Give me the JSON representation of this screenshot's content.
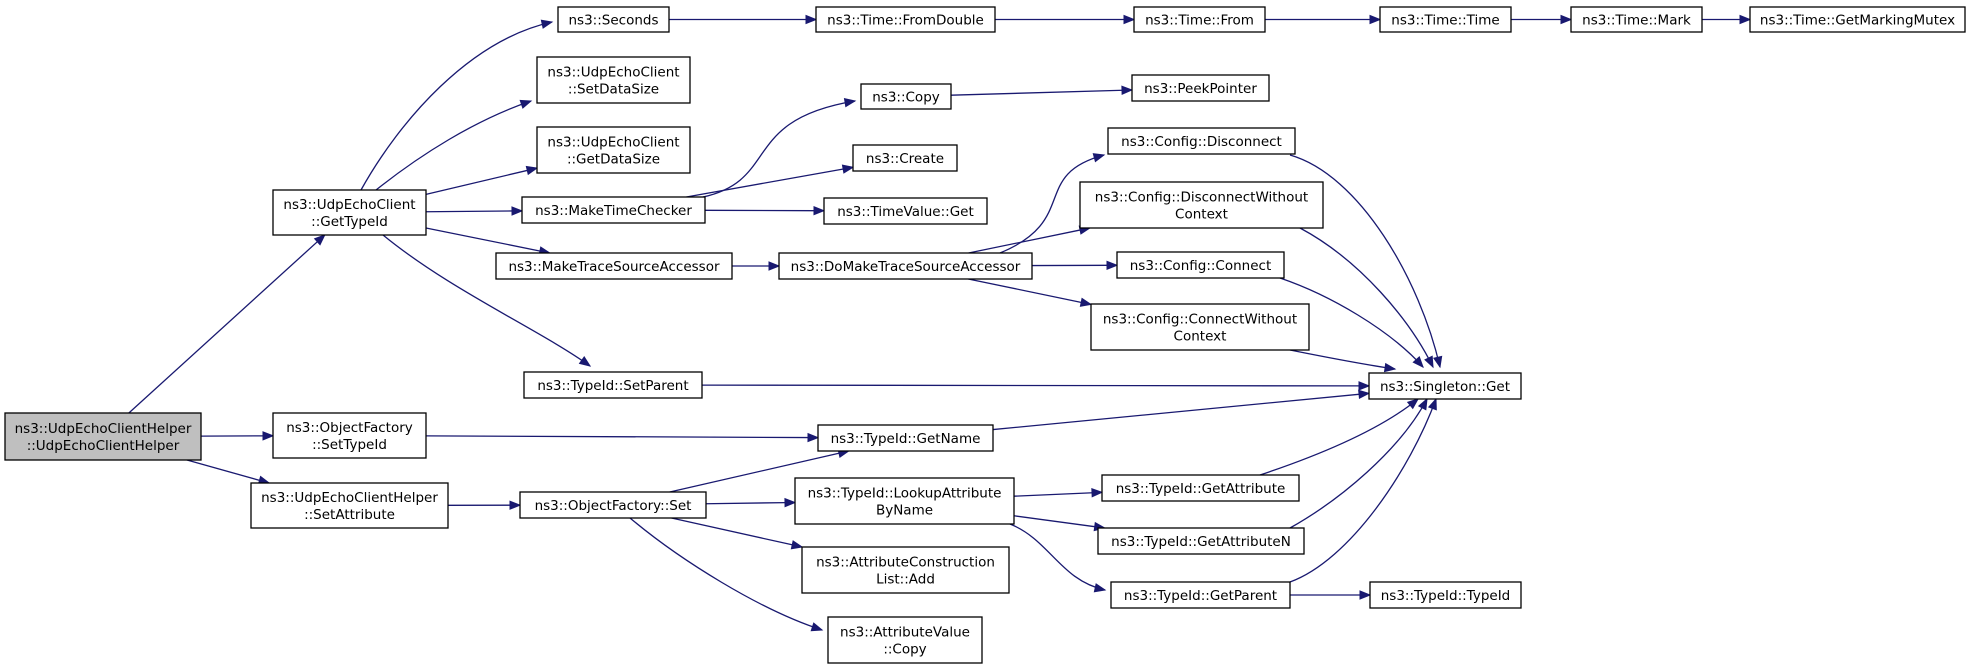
{
  "diagram": {
    "type": "call-graph",
    "colors": {
      "edge": "#191970",
      "root_fill": "#bfbfbf",
      "node_fill": "#ffffff",
      "border": "#000000"
    },
    "nodes": [
      {
        "id": "root",
        "lines": [
          "ns3::UdpEchoClientHelper",
          "::UdpEchoClientHelper"
        ],
        "root": true
      },
      {
        "id": "gettypeid",
        "lines": [
          "ns3::UdpEchoClient",
          "::GetTypeId"
        ]
      },
      {
        "id": "of_settypeid",
        "lines": [
          "ns3::ObjectFactory",
          "::SetTypeId"
        ]
      },
      {
        "id": "helper_setattr",
        "lines": [
          "ns3::UdpEchoClientHelper",
          "::SetAttribute"
        ]
      },
      {
        "id": "seconds",
        "lines": [
          "ns3::Seconds"
        ]
      },
      {
        "id": "setdatasize",
        "lines": [
          "ns3::UdpEchoClient",
          "::SetDataSize"
        ]
      },
      {
        "id": "getdatasize",
        "lines": [
          "ns3::UdpEchoClient",
          "::GetDataSize"
        ]
      },
      {
        "id": "maketimechecker",
        "lines": [
          "ns3::MakeTimeChecker"
        ]
      },
      {
        "id": "maketsa",
        "lines": [
          "ns3::MakeTraceSourceAccessor"
        ]
      },
      {
        "id": "setparent",
        "lines": [
          "ns3::TypeId::SetParent"
        ]
      },
      {
        "id": "of_set",
        "lines": [
          "ns3::ObjectFactory::Set"
        ]
      },
      {
        "id": "fromdouble",
        "lines": [
          "ns3::Time::FromDouble"
        ]
      },
      {
        "id": "copy",
        "lines": [
          "ns3::Copy"
        ]
      },
      {
        "id": "create",
        "lines": [
          "ns3::Create"
        ]
      },
      {
        "id": "timevalueget",
        "lines": [
          "ns3::TimeValue::Get"
        ]
      },
      {
        "id": "domaketsa",
        "lines": [
          "ns3::DoMakeTraceSourceAccessor"
        ]
      },
      {
        "id": "getname",
        "lines": [
          "ns3::TypeId::GetName"
        ]
      },
      {
        "id": "lookupattr",
        "lines": [
          "ns3::TypeId::LookupAttribute",
          "ByName"
        ]
      },
      {
        "id": "acl_add",
        "lines": [
          "ns3::AttributeConstruction",
          "List::Add"
        ]
      },
      {
        "id": "av_copy",
        "lines": [
          "ns3::AttributeValue",
          "::Copy"
        ]
      },
      {
        "id": "timefrom",
        "lines": [
          "ns3::Time::From"
        ]
      },
      {
        "id": "peekpointer",
        "lines": [
          "ns3::PeekPointer"
        ]
      },
      {
        "id": "disconnect",
        "lines": [
          "ns3::Config::Disconnect"
        ]
      },
      {
        "id": "disconnectwc",
        "lines": [
          "ns3::Config::DisconnectWithout",
          "Context"
        ]
      },
      {
        "id": "connect",
        "lines": [
          "ns3::Config::Connect"
        ]
      },
      {
        "id": "connectwc",
        "lines": [
          "ns3::Config::ConnectWithout",
          "Context"
        ]
      },
      {
        "id": "getattribute",
        "lines": [
          "ns3::TypeId::GetAttribute"
        ]
      },
      {
        "id": "getattributen",
        "lines": [
          "ns3::TypeId::GetAttributeN"
        ]
      },
      {
        "id": "getparent",
        "lines": [
          "ns3::TypeId::GetParent"
        ]
      },
      {
        "id": "timetime",
        "lines": [
          "ns3::Time::Time"
        ]
      },
      {
        "id": "singleton",
        "lines": [
          "ns3::Singleton::Get"
        ]
      },
      {
        "id": "typeidtypeid",
        "lines": [
          "ns3::TypeId::TypeId"
        ]
      },
      {
        "id": "timemark",
        "lines": [
          "ns3::Time::Mark"
        ]
      },
      {
        "id": "getmarkingmutex",
        "lines": [
          "ns3::Time::GetMarkingMutex"
        ]
      }
    ],
    "edges": [
      {
        "from": "root",
        "to": "gettypeid"
      },
      {
        "from": "root",
        "to": "of_settypeid"
      },
      {
        "from": "root",
        "to": "helper_setattr"
      },
      {
        "from": "gettypeid",
        "to": "seconds"
      },
      {
        "from": "gettypeid",
        "to": "setdatasize"
      },
      {
        "from": "gettypeid",
        "to": "getdatasize"
      },
      {
        "from": "gettypeid",
        "to": "maketimechecker"
      },
      {
        "from": "gettypeid",
        "to": "maketsa"
      },
      {
        "from": "gettypeid",
        "to": "setparent"
      },
      {
        "from": "of_settypeid",
        "to": "getname"
      },
      {
        "from": "helper_setattr",
        "to": "of_set"
      },
      {
        "from": "seconds",
        "to": "fromdouble"
      },
      {
        "from": "fromdouble",
        "to": "timefrom"
      },
      {
        "from": "timefrom",
        "to": "timetime"
      },
      {
        "from": "timetime",
        "to": "timemark"
      },
      {
        "from": "timemark",
        "to": "getmarkingmutex"
      },
      {
        "from": "maketimechecker",
        "to": "copy"
      },
      {
        "from": "maketimechecker",
        "to": "create"
      },
      {
        "from": "maketimechecker",
        "to": "timevalueget"
      },
      {
        "from": "copy",
        "to": "peekpointer"
      },
      {
        "from": "maketsa",
        "to": "domaketsa"
      },
      {
        "from": "domaketsa",
        "to": "disconnect"
      },
      {
        "from": "domaketsa",
        "to": "disconnectwc"
      },
      {
        "from": "domaketsa",
        "to": "connect"
      },
      {
        "from": "domaketsa",
        "to": "connectwc"
      },
      {
        "from": "disconnect",
        "to": "singleton"
      },
      {
        "from": "disconnectwc",
        "to": "singleton"
      },
      {
        "from": "connect",
        "to": "singleton"
      },
      {
        "from": "connectwc",
        "to": "singleton"
      },
      {
        "from": "setparent",
        "to": "singleton"
      },
      {
        "from": "getname",
        "to": "singleton"
      },
      {
        "from": "of_set",
        "to": "getname"
      },
      {
        "from": "of_set",
        "to": "lookupattr"
      },
      {
        "from": "of_set",
        "to": "acl_add"
      },
      {
        "from": "of_set",
        "to": "av_copy"
      },
      {
        "from": "lookupattr",
        "to": "getattribute"
      },
      {
        "from": "lookupattr",
        "to": "getattributen"
      },
      {
        "from": "lookupattr",
        "to": "getparent"
      },
      {
        "from": "getattribute",
        "to": "singleton"
      },
      {
        "from": "getattributen",
        "to": "singleton"
      },
      {
        "from": "getparent",
        "to": "singleton"
      },
      {
        "from": "getparent",
        "to": "typeidtypeid"
      }
    ]
  }
}
